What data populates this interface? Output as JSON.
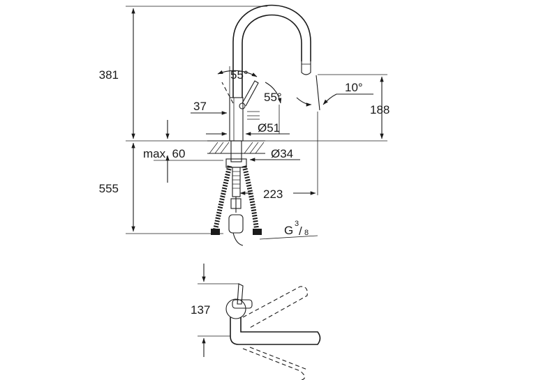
{
  "dimensions": {
    "total_height": "381",
    "angle_top": "55°",
    "angle_handle": "55°",
    "lever_height": "37",
    "spout_angle": "10°",
    "spout_height": "188",
    "body_diameter": "Ø51",
    "hole_diameter": "Ø34",
    "max_thickness": "max. 60",
    "under_length": "555",
    "reach": "223",
    "thread_g": "G",
    "thread_num": "3",
    "thread_den": "8",
    "top_view_offset": "137"
  },
  "colors": {
    "line": "#1a1a1a",
    "background": "#ffffff"
  }
}
